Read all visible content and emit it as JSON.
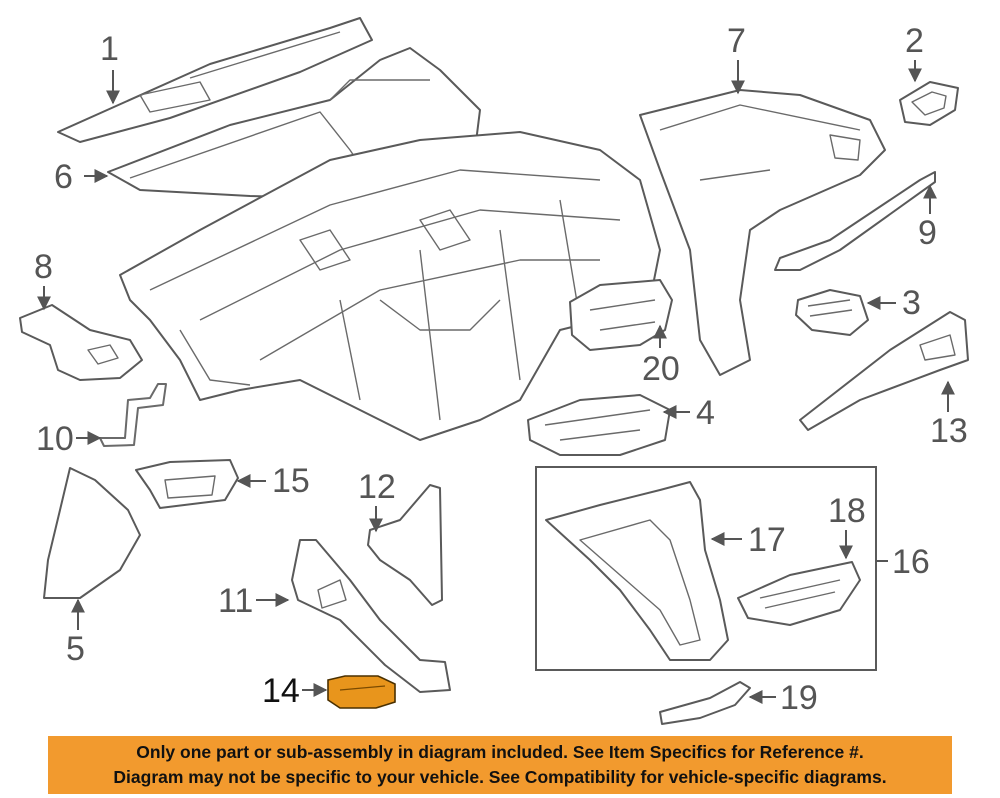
{
  "colors": {
    "highlight_part": "#e8951c",
    "banner_background": "#f29a2e",
    "line": "#5a5a5a",
    "text": "#111111"
  },
  "callouts": {
    "c1": "1",
    "c2": "2",
    "c3": "3",
    "c4": "4",
    "c5": "5",
    "c6": "6",
    "c7": "7",
    "c8": "8",
    "c9": "9",
    "c10": "10",
    "c11": "11",
    "c12": "12",
    "c13": "13",
    "c14": "14",
    "c15": "15",
    "c16": "16",
    "c17": "17",
    "c18": "18",
    "c19": "19",
    "c20": "20"
  },
  "highlighted_part": "14",
  "banner": {
    "line1": "Only one part or sub-assembly in diagram included. See Item Specifics for Reference #.",
    "line2": "Diagram may not be specific to your vehicle. See Compatibility for vehicle-specific diagrams."
  }
}
